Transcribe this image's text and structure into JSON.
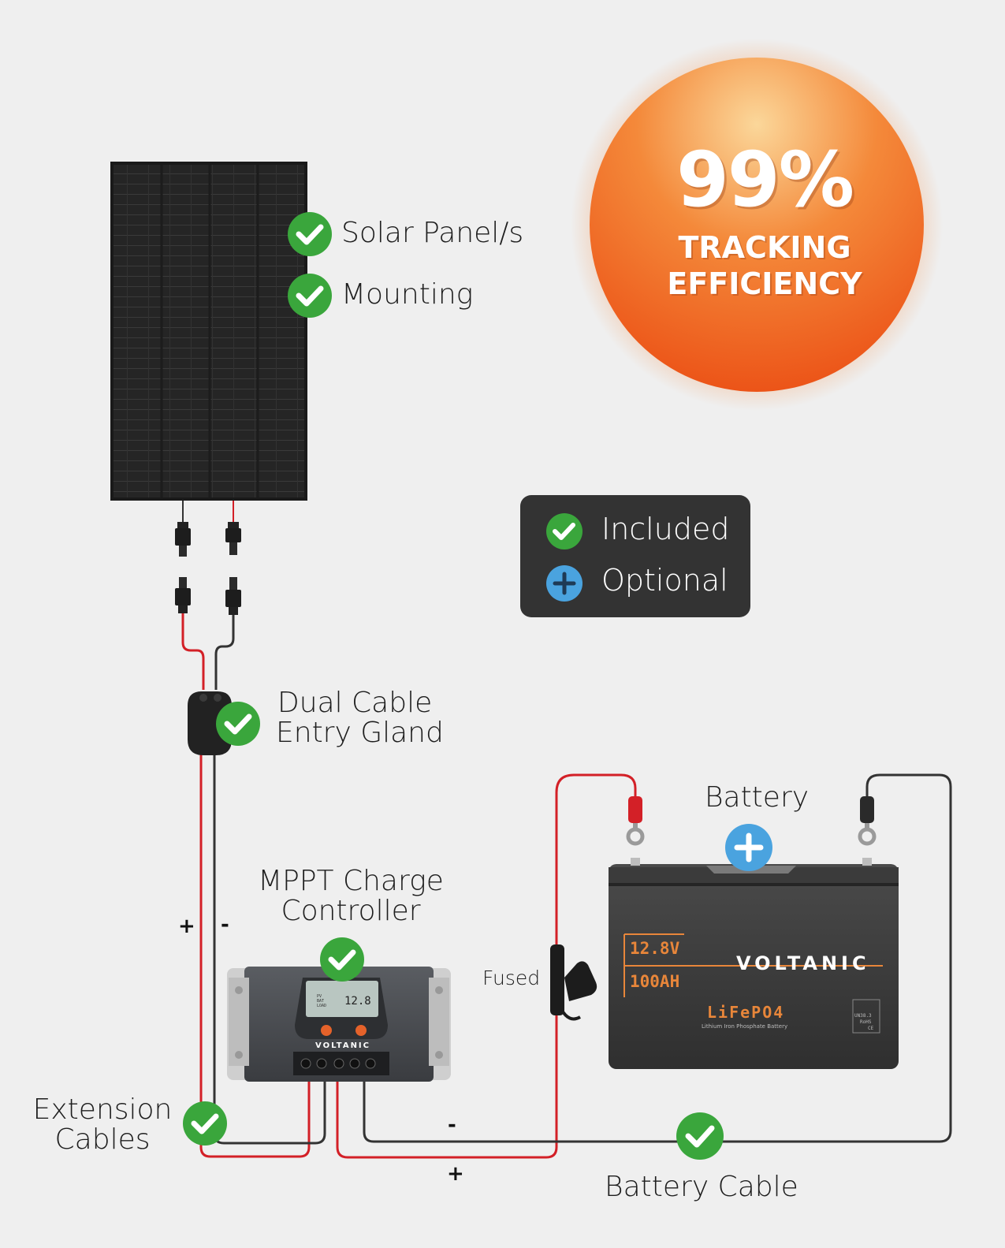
{
  "badge": {
    "percent": "99%",
    "line1": "TRACKING",
    "line2": "EFFICIENCY"
  },
  "labels": {
    "solar_panels": "Solar Panel/s",
    "mounting": "Mounting",
    "gland_line1": "Dual Cable",
    "gland_line2": "Entry Gland",
    "battery": "Battery",
    "controller_line1": "MPPT Charge",
    "controller_line2": "Controller",
    "fused": "Fused",
    "extension_line1": "Extension",
    "extension_line2": "Cables",
    "battery_cable": "Battery Cable"
  },
  "legend": {
    "included": "Included",
    "optional": "Optional"
  },
  "polarity": {
    "plus": "+",
    "minus": "-"
  },
  "battery_device": {
    "voltage": "12.8V",
    "capacity": "100AH",
    "brand": "VOLTANIC",
    "chemistry": "LiFePO4",
    "subtitle": "Lithium Iron Phosphate Battery",
    "marks": [
      "UN38.3",
      "RoHS",
      "CE"
    ]
  },
  "controller_device": {
    "display_value": "12.8",
    "brand": "VOLTANIC",
    "screen_labels": [
      "PV",
      "BAT",
      "LOAD"
    ]
  },
  "colors": {
    "included": "#3aa63c",
    "optional": "#4aa3df",
    "positive_wire": "#d32027",
    "negative_wire": "#333333",
    "badge_orange": "#f06a1f",
    "battery_accent": "#e8863a"
  }
}
